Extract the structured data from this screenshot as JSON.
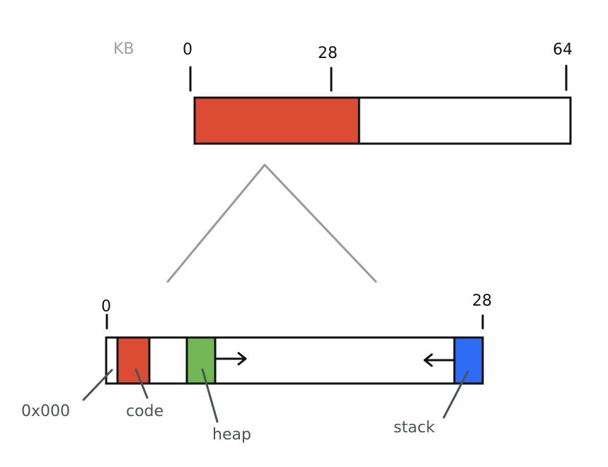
{
  "top_bar": {
    "unit_label": "KB",
    "tick_labels": {
      "start": "0",
      "mid": "28",
      "end": "64"
    },
    "used_fill": 0.4375,
    "used_color": "#dc4b34"
  },
  "zoom": {
    "tick_labels": {
      "start": "0",
      "end": "28"
    },
    "segments": {
      "code": {
        "label": "code",
        "color": "#dc4b34"
      },
      "heap": {
        "label": "heap",
        "color": "#72b856"
      },
      "stack": {
        "label": "stack",
        "color": "#2f6cf5"
      }
    },
    "address_label": "0x000",
    "heap_growth_direction": "right",
    "stack_growth_direction": "left"
  },
  "colors": {
    "outline": "#111111",
    "zoom_lines": "#999999",
    "callout_lines": "#4a5552"
  }
}
